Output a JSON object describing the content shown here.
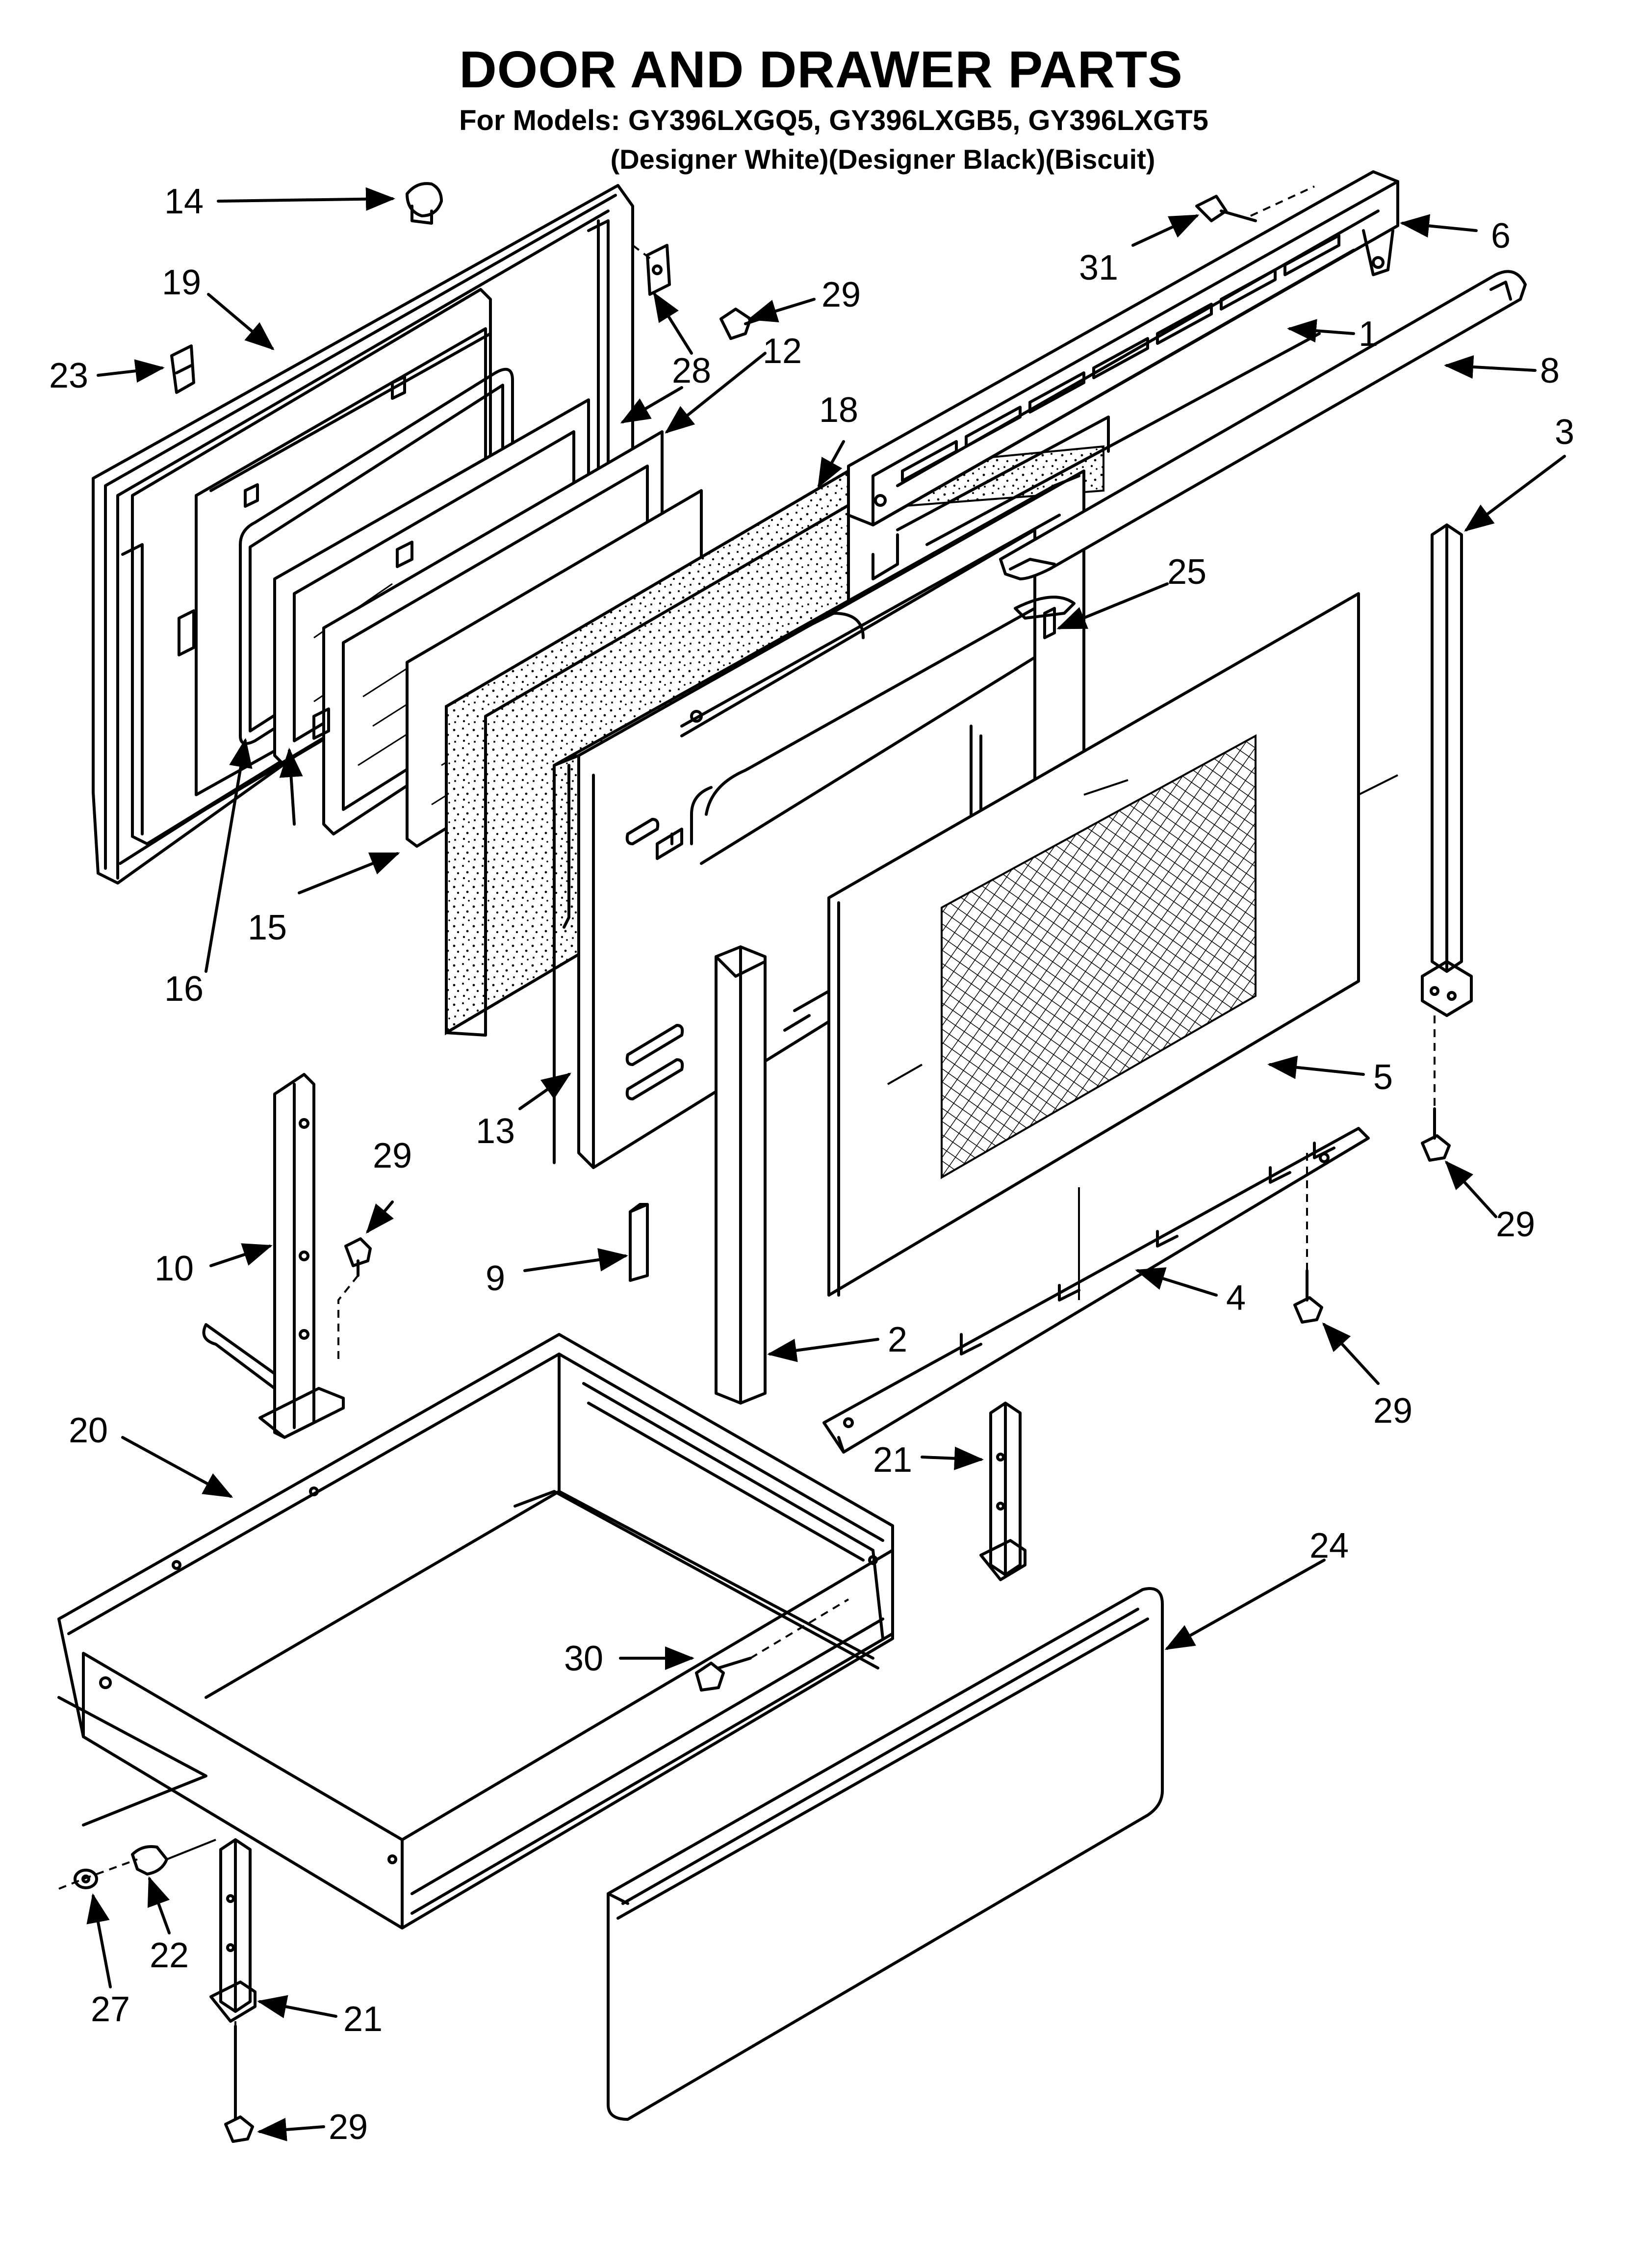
{
  "title": "DOOR AND DRAWER PARTS",
  "models_line": "For Models: GY396LXGQ5, GY396LXGB5, GY396LXGT5",
  "variants_line": "(Designer White)(Designer Black)(Biscuit)",
  "callouts": {
    "c14": "14",
    "c19": "19",
    "c23": "23",
    "c28": "28",
    "c12": "12",
    "c29a": "29",
    "c18": "18",
    "c31": "31",
    "c6": "6",
    "c1": "1",
    "c8": "8",
    "c3": "3",
    "c25": "25",
    "c16": "16",
    "c15": "15",
    "c13": "13",
    "c5": "5",
    "c29b": "29",
    "c10": "10",
    "c9": "9",
    "c2": "2",
    "c4": "4",
    "c29c": "29",
    "c29d": "29",
    "c20": "20",
    "c21a": "21",
    "c24": "24",
    "c30": "30",
    "c22": "22",
    "c27": "27",
    "c21b": "21",
    "c29e": "29"
  }
}
